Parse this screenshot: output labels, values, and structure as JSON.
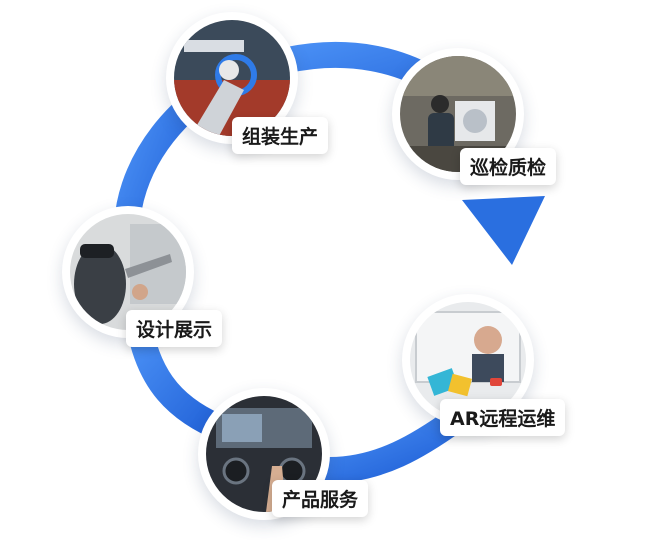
{
  "diagram": {
    "cycle_color": "#2a6fe0",
    "cycle_color_light": "#4a90f5",
    "nodes": [
      {
        "id": "assembly",
        "label": "组装生产",
        "icon": "assembly-photo"
      },
      {
        "id": "inspection",
        "label": "巡检质检",
        "icon": "inspection-photo"
      },
      {
        "id": "remote",
        "label": "AR远程运维",
        "icon": "remote-maintenance-photo"
      },
      {
        "id": "service",
        "label": "产品服务",
        "icon": "product-service-photo"
      },
      {
        "id": "design",
        "label": "设计展示",
        "icon": "design-display-photo"
      }
    ]
  }
}
